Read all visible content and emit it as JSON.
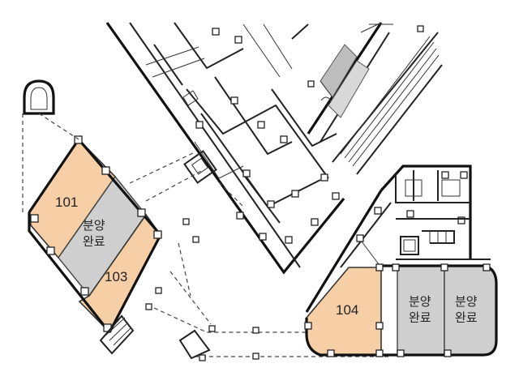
{
  "units": [
    {
      "id": "unit-101",
      "label": "101",
      "status": "available",
      "color": "#f7cfa6"
    },
    {
      "id": "unit-103",
      "label": "103",
      "status": "available",
      "color": "#f7cfa6"
    },
    {
      "id": "unit-104",
      "label": "104",
      "status": "available",
      "color": "#f7cfa6"
    }
  ],
  "sold_units": [
    {
      "line1": "분양",
      "line2": "완료"
    },
    {
      "line1": "분양",
      "line2": "완료"
    },
    {
      "line1": "분양",
      "line2": "완료"
    }
  ],
  "colors": {
    "available_fill": "#f7cfa6",
    "sold_fill": "#cfcfcf",
    "wall": "#222222",
    "background": "#ffffff"
  }
}
